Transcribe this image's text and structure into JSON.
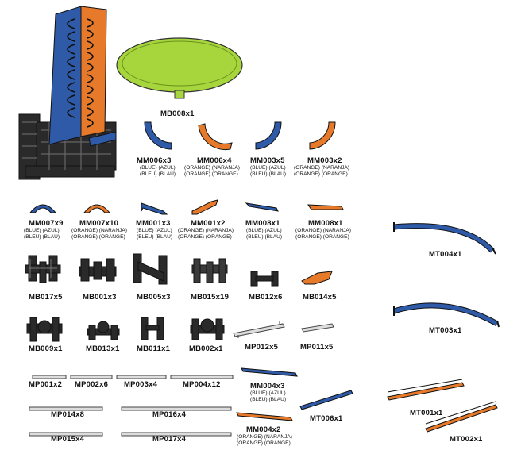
{
  "colors": {
    "blue": "#2e5aa8",
    "orange": "#e67a2a",
    "dark": "#2a2a2a",
    "gray": "#bdbdbd",
    "green": "#a6d63c"
  },
  "parts": [
    {
      "code": "MB008x1"
    },
    {
      "code": "MM006x3",
      "sub1": "(BLUE)  (AZUL)",
      "sub2": "(BLEU)  (BLAU)"
    },
    {
      "code": "MM006x4",
      "sub1": "(ORANGE)  (NARANJA)",
      "sub2": "(ORANGE)  (ORANGE)"
    },
    {
      "code": "MM003x5",
      "sub1": "(BLUE)  (AZUL)",
      "sub2": "(BLEU)  (BLAU)"
    },
    {
      "code": "MM003x2",
      "sub1": "(ORANGE)  (NARANJA)",
      "sub2": "(ORANGE)  (ORANGE)"
    },
    {
      "code": "MM007x9",
      "sub1": "(BLUE)  (AZUL)",
      "sub2": "(BLEU)  (BLAU)"
    },
    {
      "code": "MM007x10",
      "sub1": "(ORANGE)  (NARANJA)",
      "sub2": "(ORANGE)  (ORANGE)"
    },
    {
      "code": "MM001x3",
      "sub1": "(BLUE)  (AZUL)",
      "sub2": "(BLEU)  (BLAU)"
    },
    {
      "code": "MM001x2",
      "sub1": "(ORANGE)  (NARANJA)",
      "sub2": "(ORANGE)  (ORANGE)"
    },
    {
      "code": "MM008x1",
      "sub1": "(BLUE)  (AZUL)",
      "sub2": "(BLEU)  (BLAU)"
    },
    {
      "code": "MM008x1",
      "sub1": "(ORANGE)  (NARANJA)",
      "sub2": "(ORANGE)  (ORANGE)"
    },
    {
      "code": "MT004x1"
    },
    {
      "code": "MB017x5"
    },
    {
      "code": "MB001x3"
    },
    {
      "code": "MB005x3"
    },
    {
      "code": "MB015x19"
    },
    {
      "code": "MB012x6"
    },
    {
      "code": "MB014x5"
    },
    {
      "code": "MT003x1"
    },
    {
      "code": "MB009x1"
    },
    {
      "code": "MB013x1"
    },
    {
      "code": "MB011x1"
    },
    {
      "code": "MB002x1"
    },
    {
      "code": "MP012x5"
    },
    {
      "code": "MP011x5"
    },
    {
      "code": "MP001x2"
    },
    {
      "code": "MP002x6"
    },
    {
      "code": "MP003x4"
    },
    {
      "code": "MP004x12"
    },
    {
      "code": "MM004x3",
      "sub1": "(BLUE)  (AZUL)",
      "sub2": "(BLEU)  (BLAU)"
    },
    {
      "code": "MT001x1"
    },
    {
      "code": "MP014x8"
    },
    {
      "code": "MP016x4"
    },
    {
      "code": "MT006x1"
    },
    {
      "code": "MP015x4"
    },
    {
      "code": "MP017x4"
    },
    {
      "code": "MM004x2",
      "sub1": "(ORANGE)  (NARANJA)",
      "sub2": "(ORANGE)  (ORANGE)"
    },
    {
      "code": "MT002x1"
    }
  ]
}
